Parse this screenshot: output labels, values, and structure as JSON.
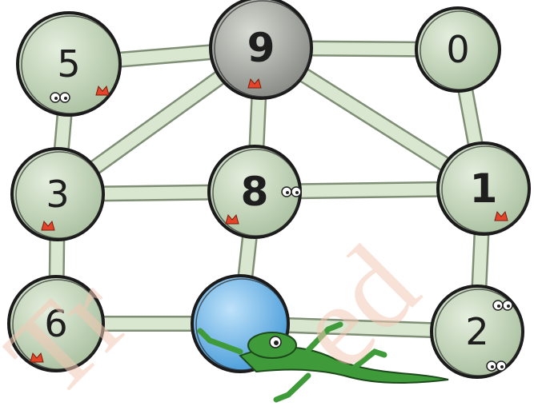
{
  "nodes": [
    {
      "id": "n5",
      "label": "5",
      "weight": "light",
      "color": "#c9dcc2"
    },
    {
      "id": "n9",
      "label": "9",
      "weight": "bold",
      "color": "#a9aca6"
    },
    {
      "id": "n0",
      "label": "0",
      "weight": "light",
      "color": "#cadcc4"
    },
    {
      "id": "n3",
      "label": "3",
      "weight": "light",
      "color": "#cfe0c8"
    },
    {
      "id": "n8",
      "label": "8",
      "weight": "bold",
      "color": "#cddfc8"
    },
    {
      "id": "n1",
      "label": "1",
      "weight": "bold",
      "color": "#cddfc6"
    },
    {
      "id": "n6",
      "label": "6",
      "weight": "light",
      "color": "#cadcc3"
    },
    {
      "id": "nblue",
      "label": "",
      "weight": "light",
      "color": "#6fb6e6"
    },
    {
      "id": "n2",
      "label": "2",
      "weight": "light",
      "color": "#cfdfc8"
    }
  ],
  "edges": [
    [
      "n5",
      "n9"
    ],
    [
      "n9",
      "n0"
    ],
    [
      "n5",
      "n3"
    ],
    [
      "n9",
      "n3"
    ],
    [
      "n9",
      "n8"
    ],
    [
      "n9",
      "n1"
    ],
    [
      "n0",
      "n1"
    ],
    [
      "n3",
      "n8"
    ],
    [
      "n8",
      "n1"
    ],
    [
      "n3",
      "n6"
    ],
    [
      "n8",
      "nblue"
    ],
    [
      "n1",
      "n2"
    ],
    [
      "n6",
      "nblue"
    ],
    [
      "nblue",
      "n2"
    ]
  ],
  "colors": {
    "bridge_fill": "#d9e6d0",
    "bridge_edge": "#7f8f76",
    "lizard": "#3f9b3a",
    "bug": "#e4452a",
    "watermark": "#f3c9b5"
  },
  "icons": [
    "lizard-icon",
    "bug-icon",
    "eyes-icon"
  ]
}
